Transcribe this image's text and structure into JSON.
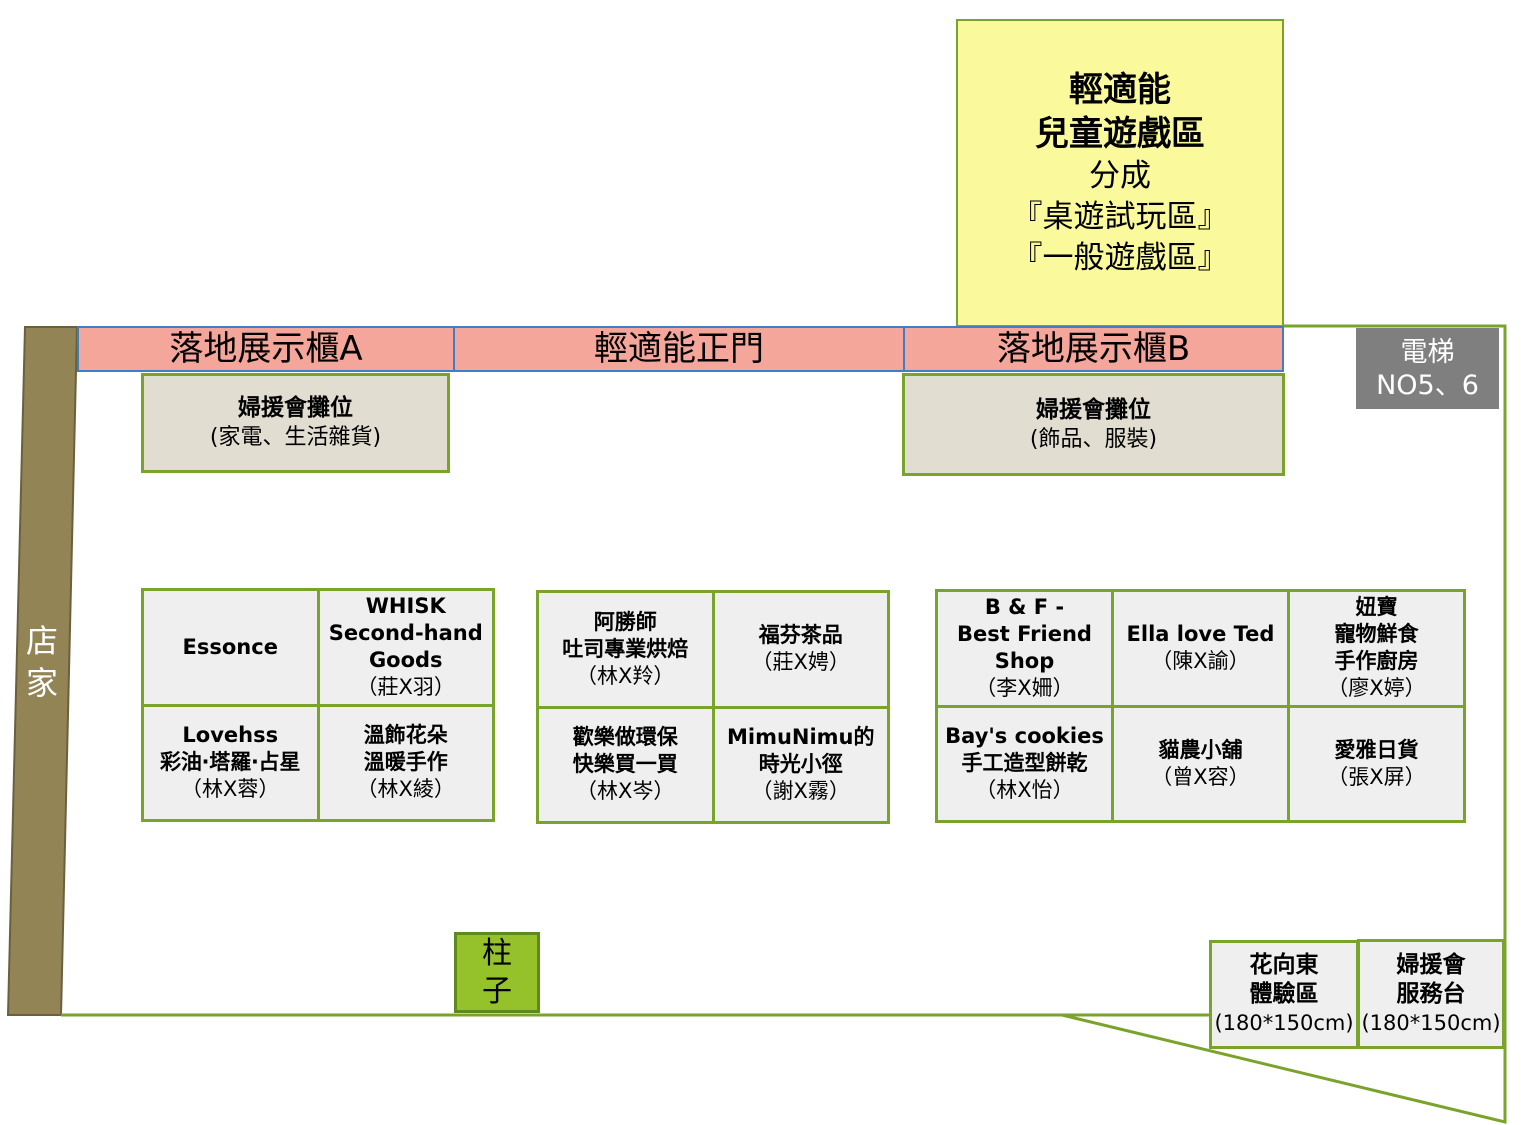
{
  "kids_zone": {
    "line1": "輕適能",
    "line2": "兒童遊戲區",
    "line3": "分成",
    "line4": "『桌遊試玩區』",
    "line5": "『一般遊戲區』"
  },
  "top_strip": {
    "display_a": "落地展示櫃A",
    "main_door": "輕適能正門",
    "display_b": "落地展示櫃B"
  },
  "elevator": {
    "line1": "電梯",
    "line2": "NO5、6"
  },
  "women_booth_left": {
    "title": "婦援會攤位",
    "sub": "(家電、生活雜貨)"
  },
  "women_booth_right": {
    "title": "婦援會攤位",
    "sub": "(飾品、服裝)"
  },
  "store": {
    "line1": "店",
    "line2": "家"
  },
  "grid_left": [
    {
      "name_lines": [
        "Essonce"
      ],
      "owner": ""
    },
    {
      "name_lines": [
        "WHISK",
        "Second-hand",
        "Goods"
      ],
      "owner": "（莊X羽）"
    },
    {
      "name_lines": [
        "Lovehss",
        "彩油‧塔羅‧占星"
      ],
      "owner": "（林X蓉）"
    },
    {
      "name_lines": [
        "溫飾花朵",
        "溫暖手作"
      ],
      "owner": "（林X綾）"
    }
  ],
  "grid_mid": [
    {
      "name_lines": [
        "阿勝師",
        "吐司專業烘焙"
      ],
      "owner": "（林X羚）"
    },
    {
      "name_lines": [
        "福芬茶品"
      ],
      "owner": "（莊X娉）"
    },
    {
      "name_lines": [
        "歡樂做環保",
        "快樂買一買"
      ],
      "owner": "（林X岑）"
    },
    {
      "name_lines": [
        "MimuNimu的",
        "時光小徑"
      ],
      "owner": "（謝X霧）"
    }
  ],
  "grid_right": [
    {
      "name_lines": [
        "B & F -",
        "Best Friend",
        "Shop"
      ],
      "owner": "（李X姍）"
    },
    {
      "name_lines": [
        "Ella love Ted"
      ],
      "owner": "（陳X諭）"
    },
    {
      "name_lines": [
        "妞寶",
        "寵物鮮食",
        "手作廚房"
      ],
      "owner": "（廖X婷）"
    },
    {
      "name_lines": [
        "Bay's cookies",
        "手工造型餅乾"
      ],
      "owner": "（林X怡）"
    },
    {
      "name_lines": [
        "貓農小舖"
      ],
      "owner": "（曾X容）"
    },
    {
      "name_lines": [
        "愛雅日貨"
      ],
      "owner": "（張X屏）"
    }
  ],
  "pillar": {
    "line1": "柱",
    "line2": "子"
  },
  "flower_area": {
    "line1": "花向東",
    "line2": "體驗區",
    "size": "(180*150cm)"
  },
  "service_desk": {
    "line1": "婦援會",
    "line2": "服務台",
    "size": "(180*150cm)"
  },
  "colors": {
    "outline_green": "#7aa32b",
    "kids_yellow": "#fafa9c",
    "strip_pink": "#f4a69a",
    "strip_border_blue": "#3d7fc2",
    "elevator_gray": "#7f7f7f",
    "booth_beige": "#e2ddd1",
    "store_brown": "#938456",
    "pillar_green": "#95c12a"
  }
}
